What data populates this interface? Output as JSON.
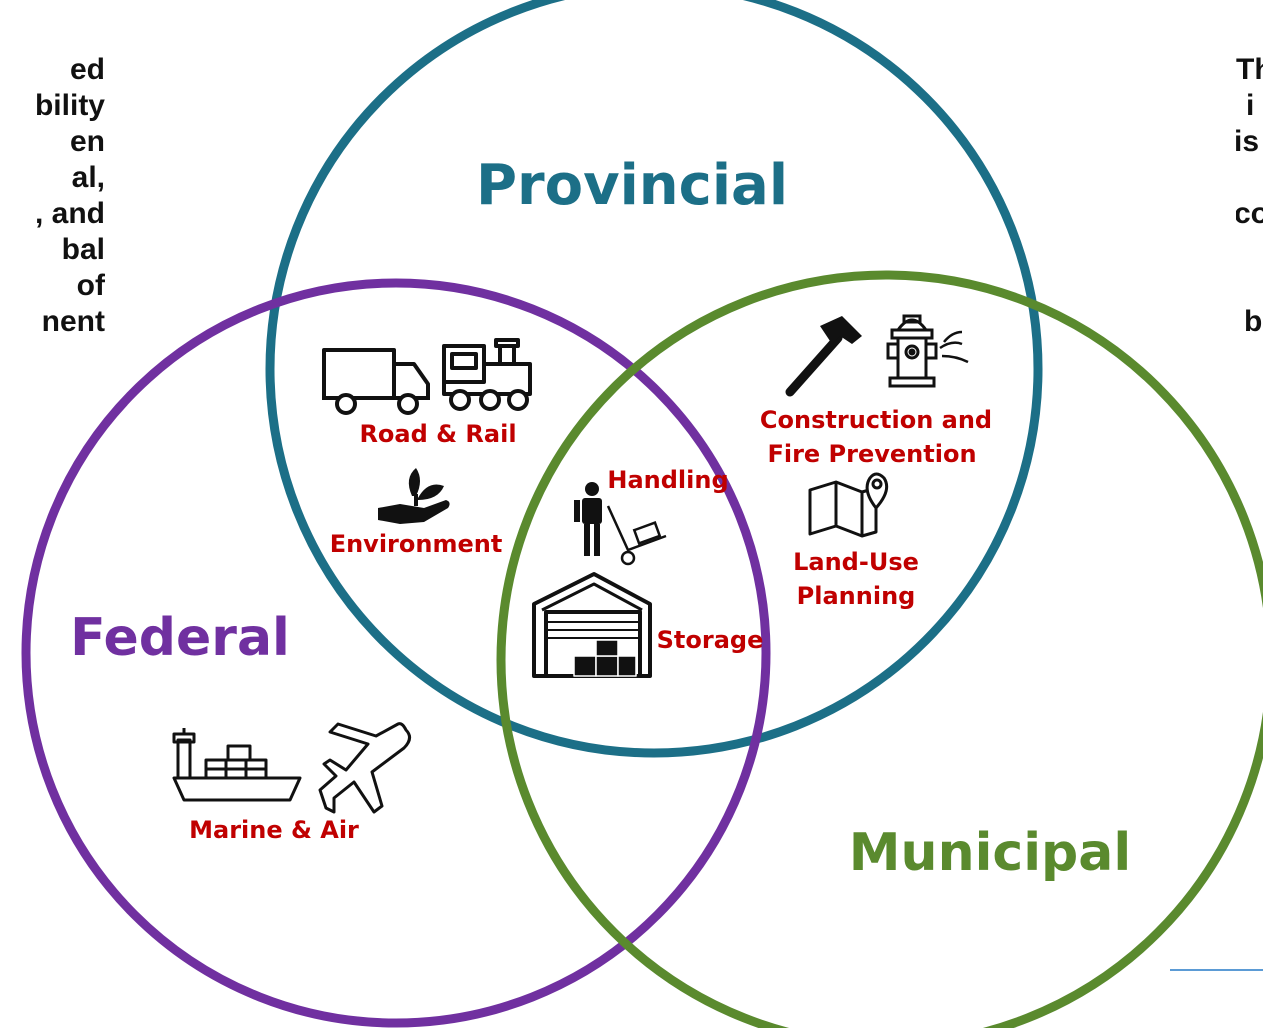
{
  "circles": {
    "provincial": {
      "label": "Provincial",
      "color": "#1c6f87"
    },
    "federal": {
      "label": "Federal",
      "color": "#7030a0"
    },
    "municipal": {
      "label": "Municipal",
      "color": "#5a8a2e"
    }
  },
  "items": {
    "road_rail": "Road & Rail",
    "environment": "Environment",
    "handling": "Handling",
    "storage": "Storage",
    "construction_1": "Construction and",
    "construction_2": "Fire Prevention",
    "land_use_1": "Land-Use",
    "land_use_2": "Planning",
    "marine_air": "Marine & Air"
  },
  "item_color": "#c00000",
  "left_text": [
    "ed",
    "bility",
    "en",
    "al,",
    ", and",
    "bal",
    "of",
    "nent"
  ],
  "right_text": [
    "Th",
    "i",
    "is",
    "",
    "co",
    "",
    "",
    "b"
  ],
  "accent_line_color": "#5b9bd5"
}
